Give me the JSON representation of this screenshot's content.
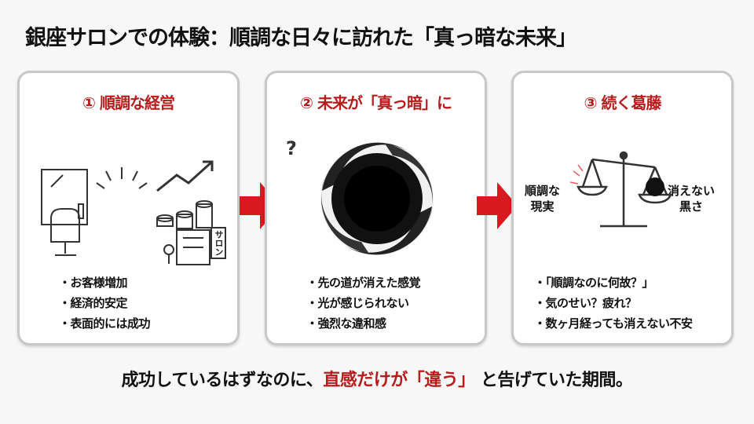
{
  "title": "銀座サロンでの体験：順調な日々に訪れた「真っ暗な未来」",
  "cards": [
    {
      "heading": "① 順調な経営",
      "sign": "サロン",
      "bullets": [
        "お客様増加",
        "経済的安定",
        "表面的には成功"
      ]
    },
    {
      "heading": "② 未来が「真っ暗」に",
      "mark": "?",
      "bullets": [
        "先の道が消えた感覚",
        "光が感じられない",
        "強烈な違和感"
      ]
    },
    {
      "heading": "③ 続く葛藤",
      "left_label": "順調な\n現実",
      "right_label": "消えない\n黒さ",
      "bullets": [
        "「順調なのに何故？」",
        "気のせい？疲れ？",
        "数ヶ月経っても消えない不安"
      ]
    }
  ],
  "bottom": {
    "before": "成功しているはずなのに、",
    "highlight": "直感だけが「違う」",
    "after": "と告げていた期間。"
  },
  "colors": {
    "accent": "#b71c1c",
    "arrow": "#d71920"
  }
}
